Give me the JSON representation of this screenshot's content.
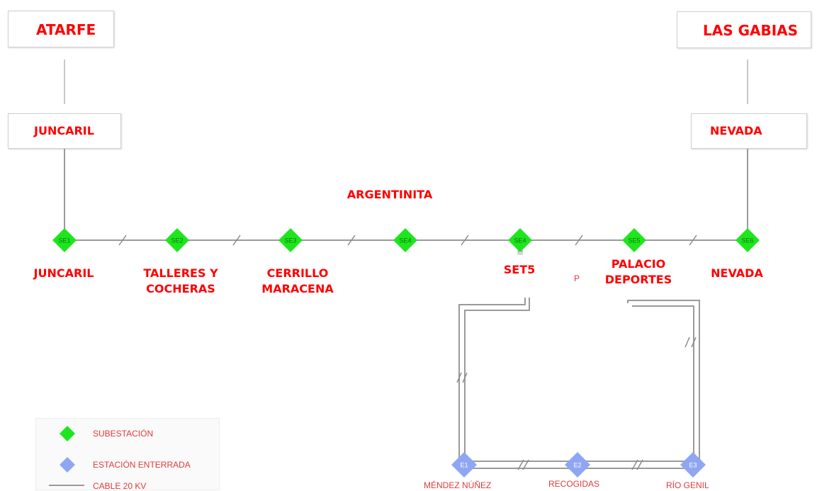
{
  "colors": {
    "substation": "#1fe51f",
    "underground_station": "#8fa6f2",
    "cable": "#9a9a9a",
    "label_red": "#ff0000",
    "legend_text": "#e23a3a"
  },
  "terminals": {
    "left_top": "ATARFE",
    "right_top": "LAS GABIAS",
    "left_mid": "JUNCARIL",
    "right_mid": "NEVADA"
  },
  "substations": [
    {
      "code": "SE1",
      "label": "JUNCARIL"
    },
    {
      "code": "SE2",
      "label": "TALLERES Y\nCOCHERAS"
    },
    {
      "code": "SE3",
      "label": "CERRILLO\nMARACENA"
    },
    {
      "code": "SE4",
      "label": "ARGENTINITA"
    },
    {
      "code": "SE4",
      "label": "SET5"
    },
    {
      "code": "SE5",
      "label": "PALACIO\nDEPORTES"
    },
    {
      "code": "SE6",
      "label": "NEVADA"
    }
  ],
  "small_marks": {
    "p_label": "P",
    "m_label": "M"
  },
  "underground_stations": [
    {
      "code": "E1",
      "label": "MÉNDEZ NÚÑEZ"
    },
    {
      "code": "E2",
      "label": "RECOGIDAS"
    },
    {
      "code": "E3",
      "label": "RÍO GENIL"
    }
  ],
  "legend": {
    "substation": "SUBESTACIÓN",
    "underground": "ESTACIÓN ENTERRADA",
    "cable": "CABLE 20 KV"
  }
}
